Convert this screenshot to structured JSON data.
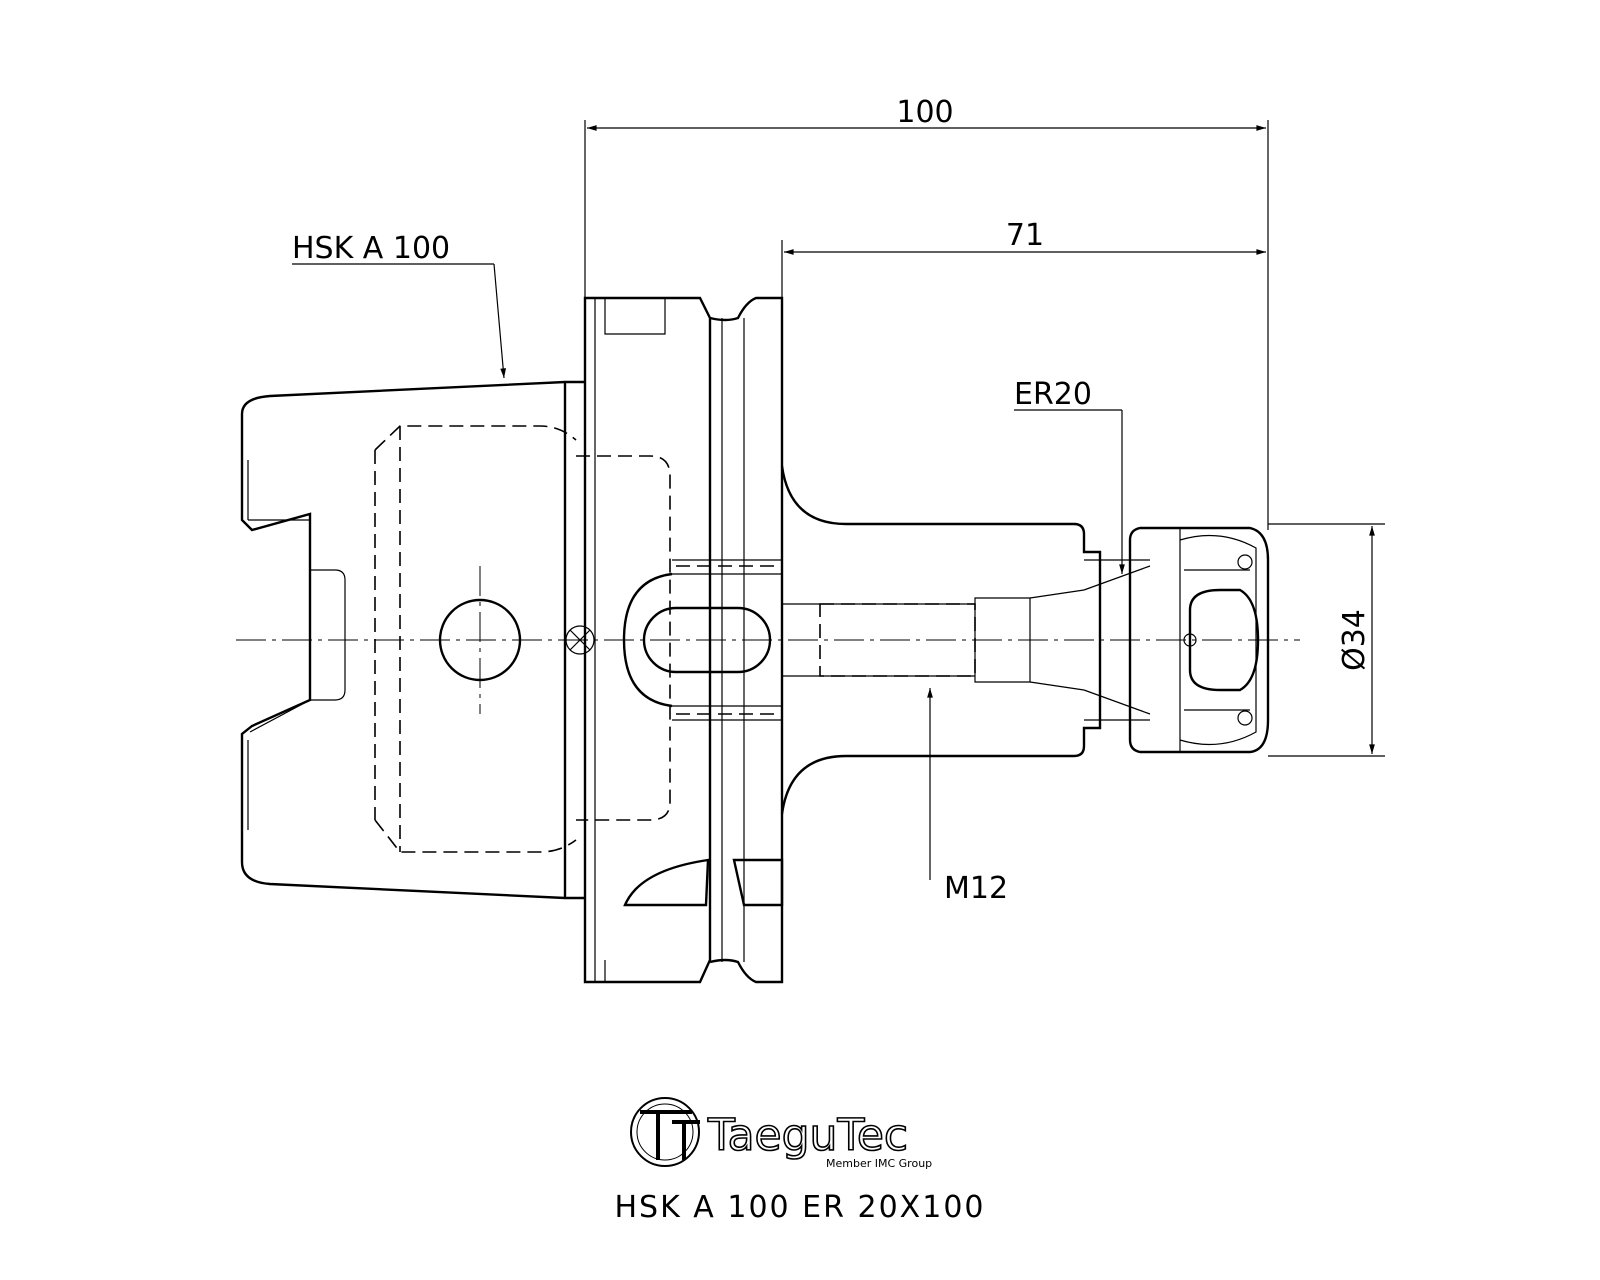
{
  "dimensions": {
    "overall_length": "100",
    "gauge_length": "71",
    "diameter": "Ø34"
  },
  "labels": {
    "shank": "HSK  A  100",
    "collet": "ER20",
    "thread": "M12"
  },
  "logo": {
    "name": "TaeguTec",
    "sub": "Member IMC Group"
  },
  "caption": "HSK  A  100  ER  20X100"
}
